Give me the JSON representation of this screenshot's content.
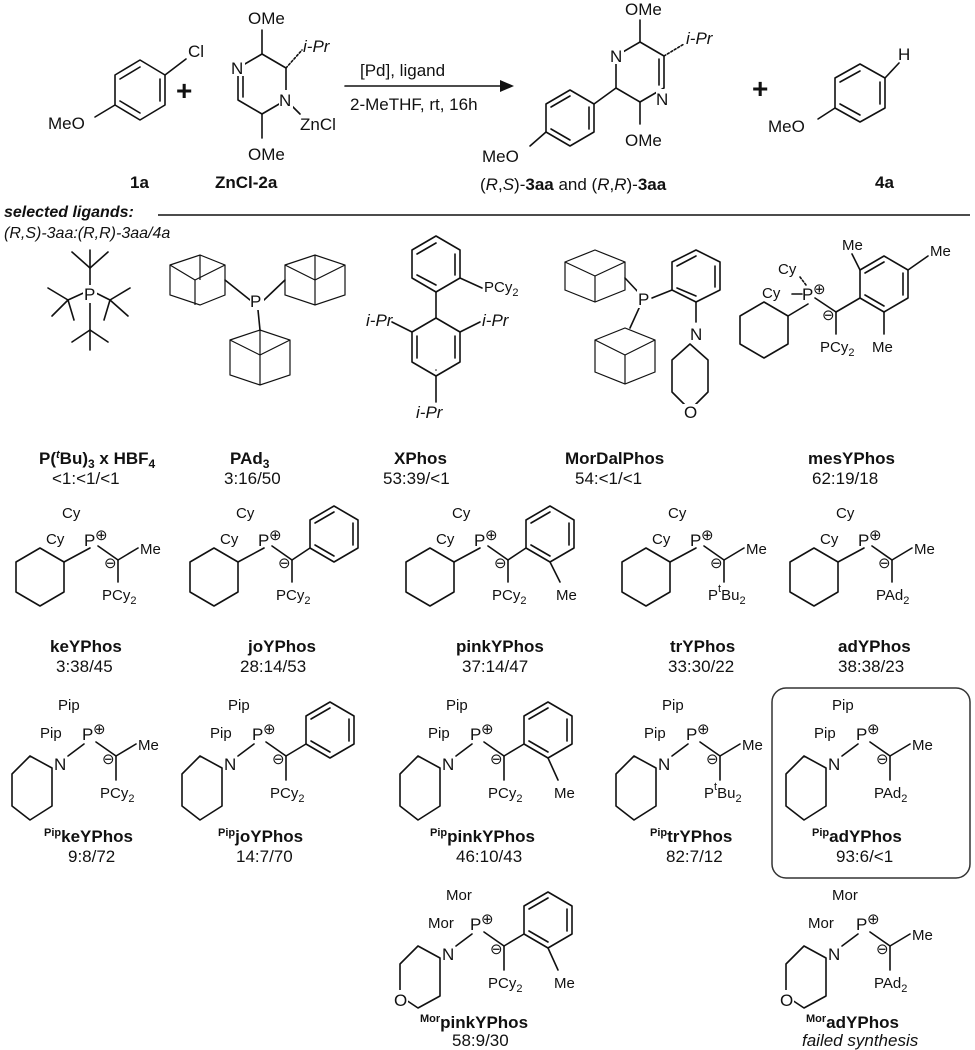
{
  "reaction": {
    "reactant1": {
      "compound": "1a",
      "substituent_cl": "Cl",
      "substituent_ome": "MeO"
    },
    "reactant2": {
      "compound": "ZnCl-2a",
      "ome_top": "OMe",
      "ome_bottom": "OMe",
      "ipr": "i-Pr",
      "n1": "N",
      "n2": "N",
      "zn": "ZnCl"
    },
    "plus": "+",
    "conditions_line1": "[Pd], ligand",
    "conditions_line2": "2-MeTHF, rt, 16h",
    "product": {
      "ome_top": "OMe",
      "ome_bottom": "OMe",
      "ipr": "i-Pr",
      "n1": "N",
      "n2": "N",
      "meo": "MeO",
      "label": {
        "p1": "(",
        "r": "R",
        "c1": ",",
        "s": "S",
        "p2": ")-",
        "c3": "3aa",
        "and": " and (",
        "r2": "R",
        "c2": ",",
        "r3": "R",
        "p3": ")-",
        "c4": "3aa"
      }
    },
    "byproduct": {
      "compound": "4a",
      "h": "H",
      "meo": "MeO"
    }
  },
  "header": {
    "selected": "selected ligands:",
    "ratio": "(R,S)-3aa:(R,R)-3aa/4a"
  },
  "ligands": [
    {
      "name": "P(tBu)3 x HBF4",
      "result": "<1:<1/<1"
    },
    {
      "name": "PAd3",
      "result": "3:16/50"
    },
    {
      "name": "XPhos",
      "result": "53:39/<1"
    },
    {
      "name": "MorDalPhos",
      "result": "54:<1/<1"
    },
    {
      "name": "mesYPhos",
      "result": "62:19/18"
    },
    {
      "name": "keYPhos",
      "result": "3:38/45"
    },
    {
      "name": "joYPhos",
      "result": "28:14/53"
    },
    {
      "name": "pinkYPhos",
      "result": "37:14/47"
    },
    {
      "name": "trYPhos",
      "result": "33:30/22"
    },
    {
      "name": "adYPhos",
      "result": "38:38/23"
    },
    {
      "name": "PipkeYPhos",
      "result": "9:8/72"
    },
    {
      "name": "PipjoYPhos",
      "result": "14:7/70"
    },
    {
      "name": "PippinkYPhos",
      "result": "46:10/43"
    },
    {
      "name": "PiptrYPhos",
      "result": "82:7/12"
    },
    {
      "name": "PipadYPhos",
      "result": "93:6/<1"
    },
    {
      "name": "MorpinkYPhos",
      "result": "58:9/30"
    },
    {
      "name": "MoradYPhos",
      "result": "failed synthesis"
    }
  ],
  "text": {
    "p": "P",
    "cy": "Cy",
    "pcy2": "PCy2",
    "pcy2_main": "PCy",
    "sub2": "2",
    "me": "Me",
    "ipr": "i-Pr",
    "n": "N",
    "o": "O",
    "pip": "Pip",
    "mor": "Mor",
    "pad2": "PAd",
    "ptbu": "P",
    "tbu_t": "t",
    "tbu_bu": "Bu",
    "plus_sign": "⊕",
    "minus_sign": "⊖",
    "l1_pre": "P(",
    "l1_t": "t",
    "l1_bu": "Bu)",
    "l1_3": "3",
    "l1_x": " x HBF",
    "l1_4": "4",
    "pad3_main": "PAd",
    "pad3_sub": "3",
    "xphos": "XPhos",
    "mordalphos": "MorDalPhos",
    "mesyphos": "mesYPhos",
    "keyphos": "keYPhos",
    "joyphos": "joYPhos",
    "pinkyphos": "pinkYPhos",
    "tryphos": "trYPhos",
    "adyphos": "adYPhos",
    "pip_sup": "Pip",
    "mor_sup": "Mor",
    "failed": "failed synthesis"
  },
  "colors": {
    "ink": "#111111",
    "box": "#333333"
  }
}
